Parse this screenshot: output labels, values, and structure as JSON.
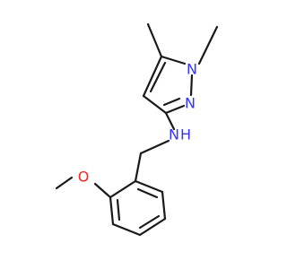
{
  "molecule": {
    "atoms": {
      "n1": "N",
      "n2": "N",
      "amine_n": "N",
      "amine_h": "H",
      "ether_o": "O"
    },
    "colors": {
      "nitrogen": "#3333ff",
      "oxygen": "#ff2020",
      "bond": "#1a1a1a"
    }
  }
}
